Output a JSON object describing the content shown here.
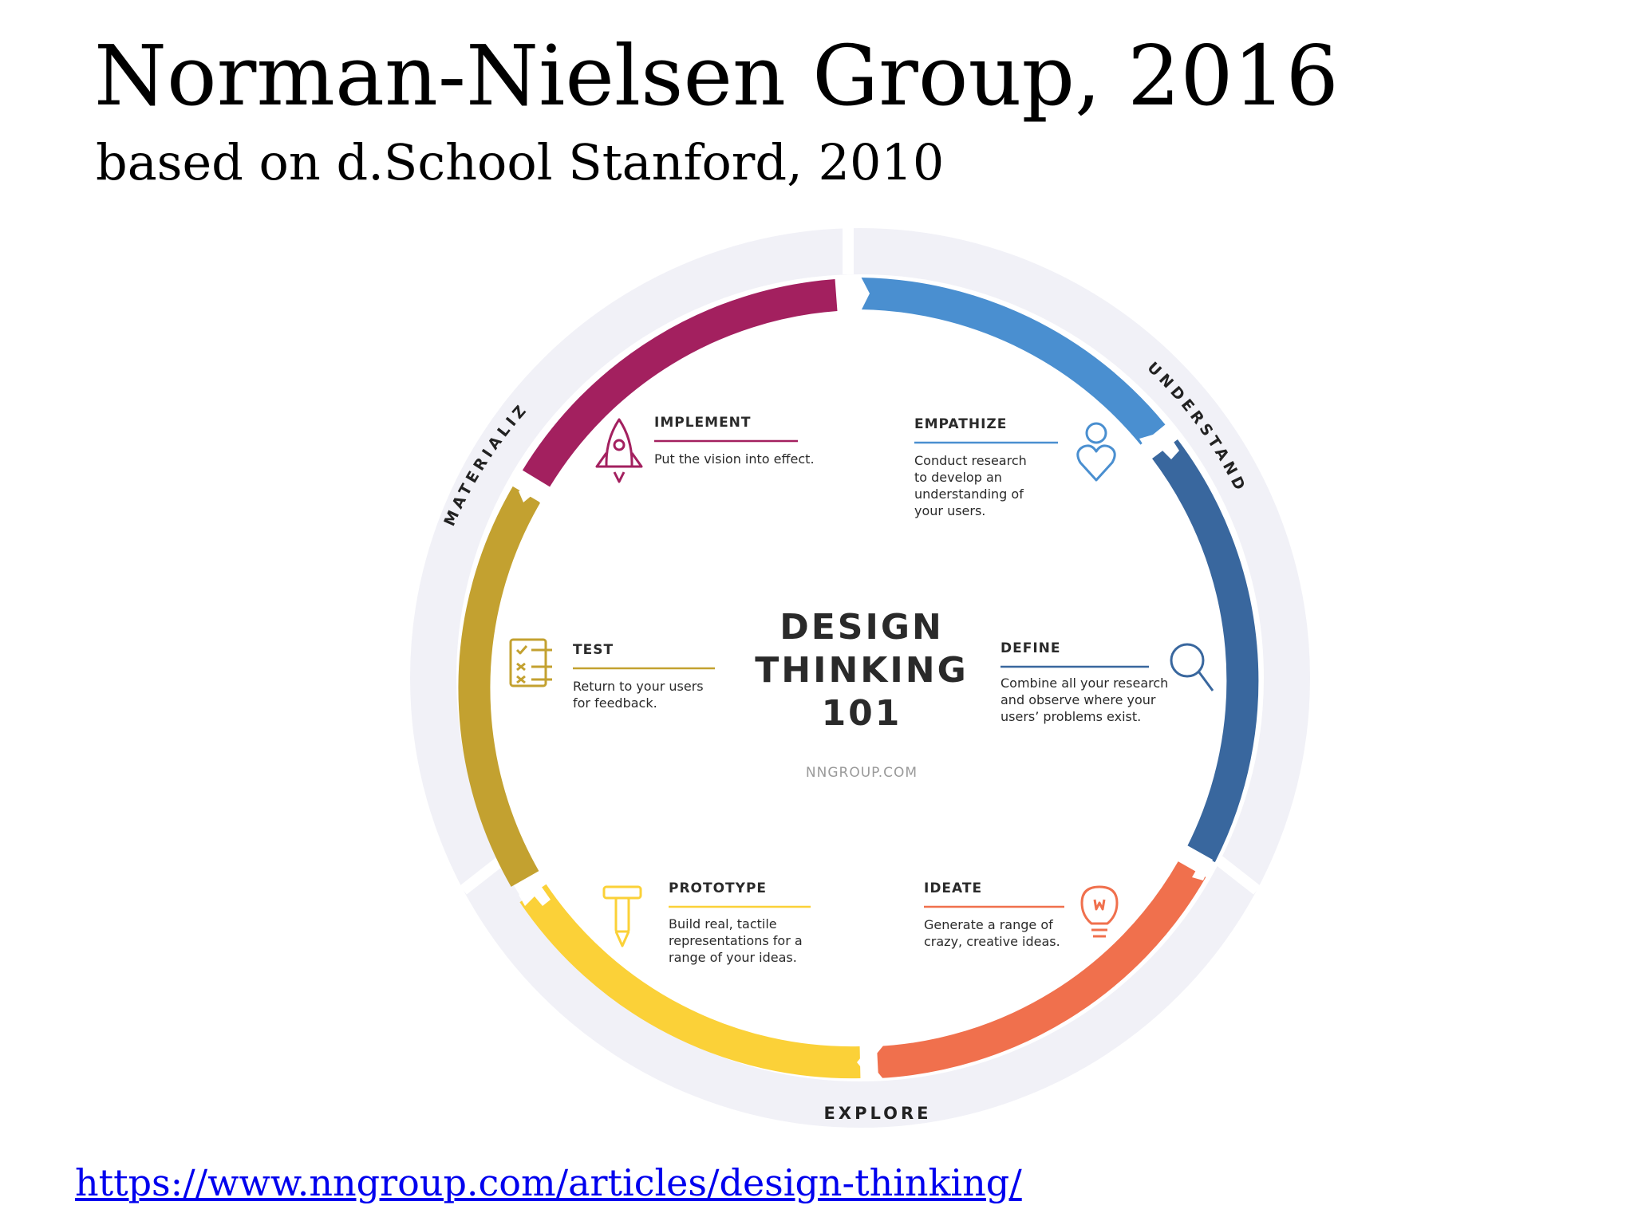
{
  "title": "Norman-Nielsen Group, 2016",
  "subtitle": "based on d.School Stanford, 2010",
  "link": "https://www.nngroup.com/articles/design-thinking/",
  "center": {
    "line1": "DESIGN",
    "line2": "THINKING",
    "line3": "101",
    "source": "NNGROUP.COM"
  },
  "outer_labels": {
    "understand": "UNDERSTAND",
    "explore": "EXPLORE",
    "materialize": "MATERIALIZE"
  },
  "stages": {
    "empathize": {
      "name": "EMPATHIZE",
      "desc": [
        "Conduct research",
        "to develop an",
        "understanding of",
        "your users."
      ],
      "color": "#4A8FD0",
      "icon": "heart-person-icon"
    },
    "define": {
      "name": "DEFINE",
      "desc": [
        "Combine all your research",
        "and observe where your",
        "users’ problems exist."
      ],
      "color": "#39679E",
      "icon": "magnifier-icon"
    },
    "ideate": {
      "name": "IDEATE",
      "desc": [
        "Generate a range of",
        "crazy, creative ideas."
      ],
      "color": "#F0704D",
      "icon": "lightbulb-icon"
    },
    "prototype": {
      "name": "PROTOTYPE",
      "desc": [
        "Build real, tactile",
        "representations for a",
        "range of your ideas."
      ],
      "color": "#FBD138",
      "icon": "hammer-pencil-icon"
    },
    "test": {
      "name": "TEST",
      "desc": [
        "Return to your users",
        "for feedback."
      ],
      "color": "#C3A130",
      "icon": "checklist-icon"
    },
    "implement": {
      "name": "IMPLEMENT",
      "desc": [
        "Put the vision into effect."
      ],
      "color": "#A3205F",
      "icon": "rocket-icon"
    }
  },
  "colors": {
    "outer_ring": "#F1F1F7",
    "text_dark": "#2A2A2A",
    "muted": "#9A9A9A"
  }
}
